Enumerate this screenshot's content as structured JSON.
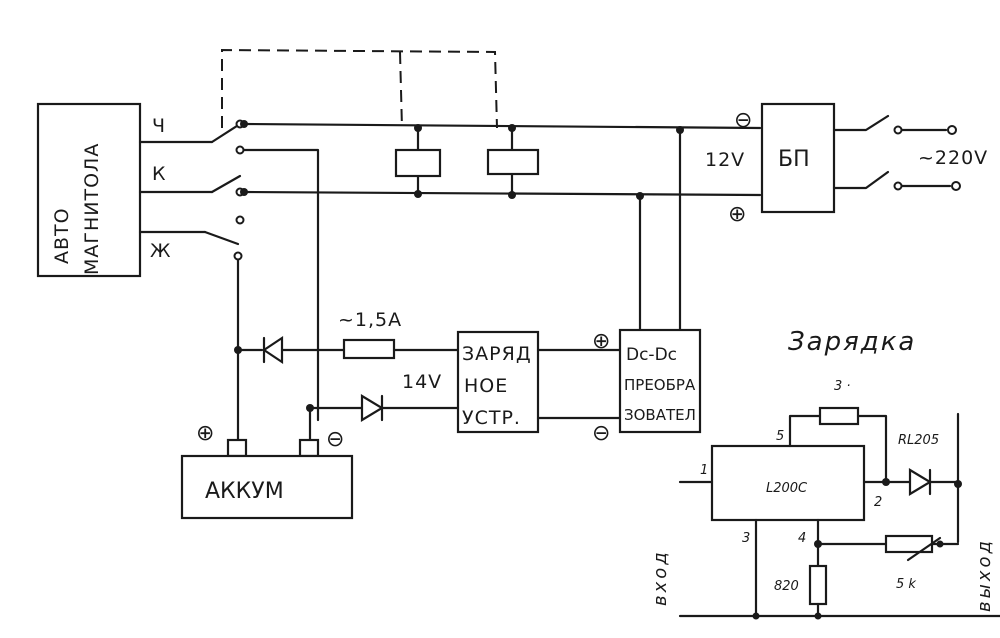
{
  "diagram": {
    "blocks": {
      "radio": "АВТО МАГНИТОЛА",
      "radio_line1": "АВТО",
      "radio_line2": "МАГНИТОЛА",
      "psu": "БП",
      "charger_line1": "ЗАРЯД",
      "charger_line2": "НОЕ",
      "charger_line3": "УСТР.",
      "dcdc_line1": "Dc-Dc",
      "dcdc_line2": "ПРЕОБРА",
      "dcdc_line3": "ЗОВАТЕЛ",
      "battery": "АККУМ",
      "ic": "L200C"
    },
    "labels": {
      "radio_pin_ch": "Ч",
      "radio_pin_k": "К",
      "radio_pin_zh": "Ж",
      "fuse_rating": "~1,5A",
      "charge_voltage": "14V",
      "psu_voltage": "12V",
      "mains": "~220V",
      "plus": "⊕",
      "minus": "⊖",
      "subtitle": "Зарядка",
      "pin1": "1",
      "pin2": "2",
      "pin3": "3",
      "pin4": "4",
      "pin5": "5",
      "r_sense": "3 ·",
      "diode": "RL205",
      "pot": "5 k",
      "r_low": "820",
      "input": "вход",
      "output": "выход"
    }
  }
}
